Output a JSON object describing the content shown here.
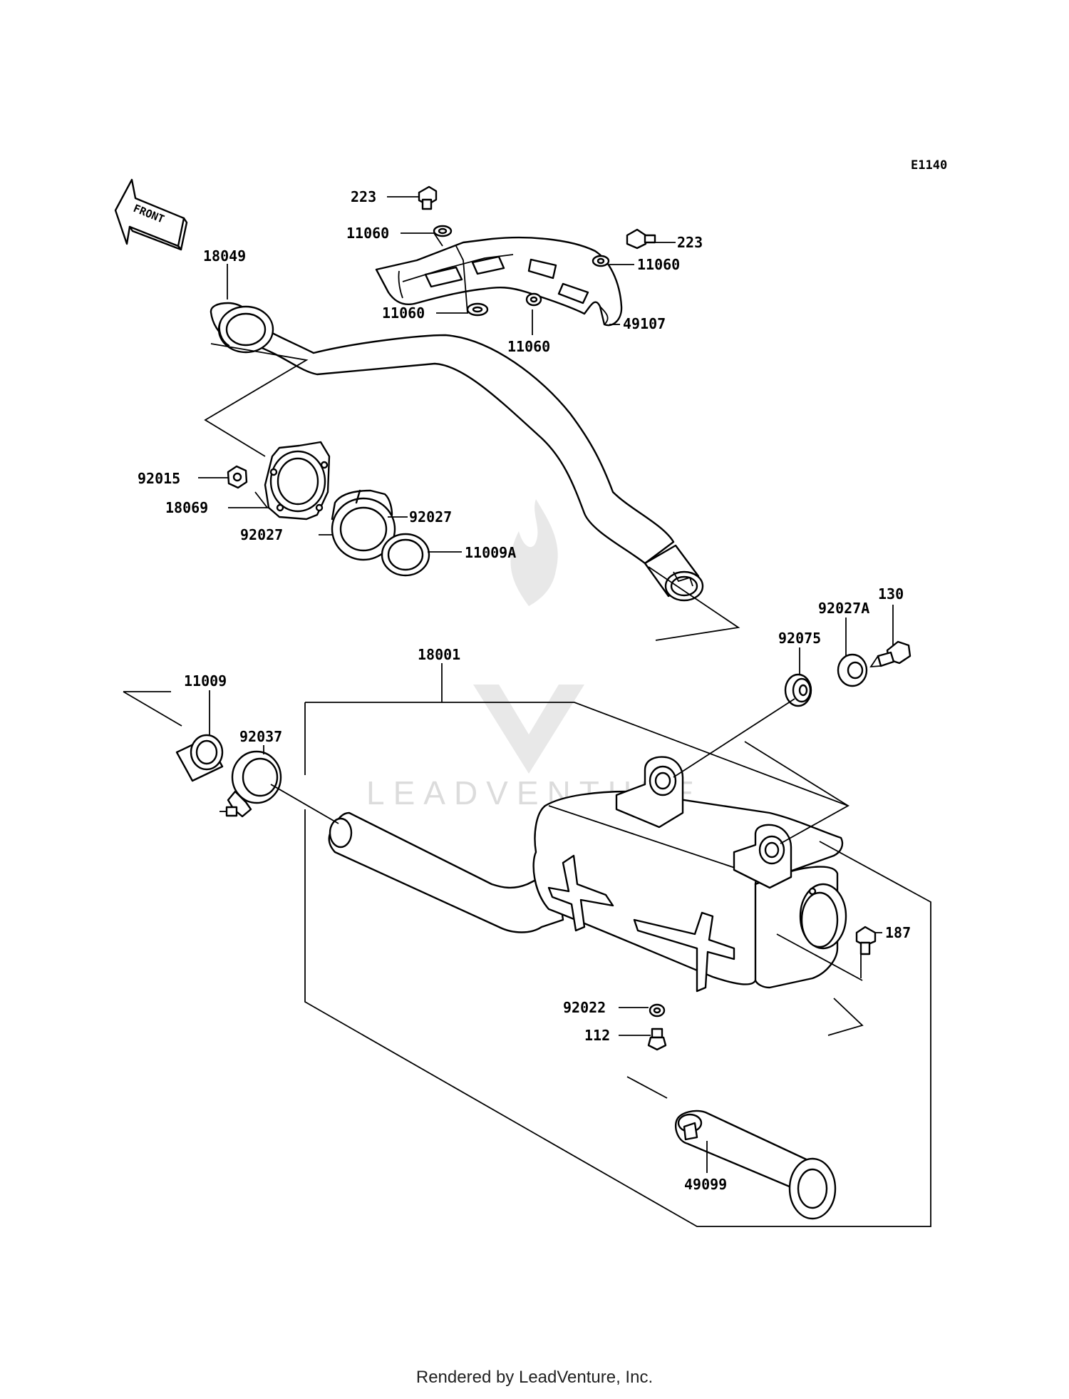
{
  "diagram_id": "E1140",
  "front_label": "FRONT",
  "watermark": "LEADVENTURE",
  "footer": "Rendered by LeadVenture, Inc.",
  "callouts": {
    "c223a": "223",
    "c11060a": "11060",
    "c223b": "223",
    "c11060b": "11060",
    "c18049": "18049",
    "c11060c": "11060",
    "c11060d": "11060",
    "c49107": "49107",
    "c92015": "92015",
    "c18069": "18069",
    "c92027a": "92027",
    "c92027b": "92027",
    "c11009A": "11009A",
    "c130": "130",
    "c92027A": "92027A",
    "c92075": "92075",
    "c18001": "18001",
    "c11009": "11009",
    "c92037": "92037",
    "c187": "187",
    "c92022": "92022",
    "c112": "112",
    "c49099": "49099"
  }
}
